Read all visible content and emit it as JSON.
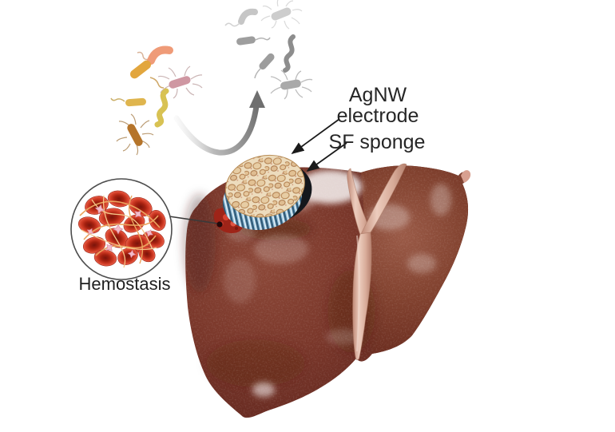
{
  "figure": {
    "annotations": {
      "agnw_electrode": {
        "line1": "AgNW",
        "line2": "electrode"
      },
      "sf_sponge": "SF sponge",
      "hemostasis": "Hemostasis"
    },
    "icons": {
      "repel_arrow": "curved-arrow-up",
      "agnw_pointer": "arrow-to-disc",
      "sf_pointer": "arrow-to-disc",
      "hemostasis_pointer": "line-with-dot"
    },
    "colors": {
      "background": "#ffffff",
      "text": "#262626",
      "annotation_arrow": "#1a1a1a",
      "repel_arrow": "#6f6f6f",
      "liver_base": "#7a382b",
      "liver_shadow": "#541f17",
      "liver_right_lobe": "#82422f",
      "ligament_pink": "#d9b2a2",
      "sponge_cream": "#eddcbd",
      "sponge_pore_tan": "#ad7a4a",
      "electrode_blue": "#567f9c",
      "disc_rim_dark": "#14171c",
      "wound_red": "#c23527",
      "rbc_red": "#c9301d",
      "fibrin_tan": "#eba55f",
      "platelet_pink": "#f3bcca",
      "inset_stroke": "#4d4d4d",
      "bacteria_salmon": "#ef9b78",
      "bacteria_orange": "#e2a63e",
      "bacteria_pink": "#cf97a2",
      "bacteria_yellow": "#d8c253",
      "bacteria_brown": "#b5742a",
      "bacteria_gray_light": "#cdcdcd",
      "bacteria_gray_dark": "#8d8d8d"
    }
  }
}
